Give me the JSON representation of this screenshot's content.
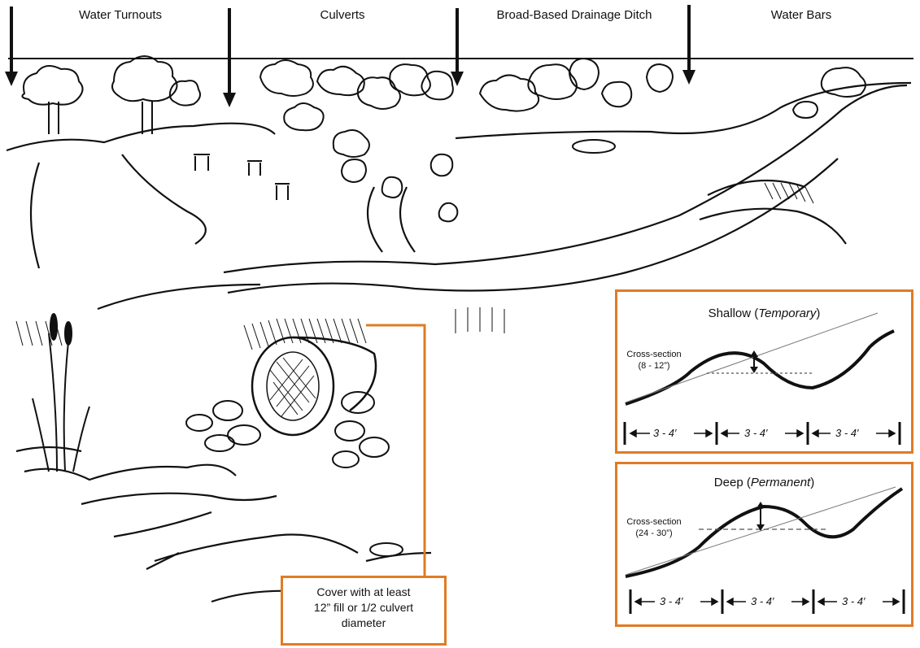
{
  "sections": [
    {
      "label": "Water Turnouts"
    },
    {
      "label": "Culverts"
    },
    {
      "label": "Broad-Based Drainage Ditch"
    },
    {
      "label": "Water Bars"
    }
  ],
  "colors": {
    "accent": "#e07b24",
    "line": "#111111"
  },
  "shallow": {
    "title_main": "Shallow (",
    "title_italic": "Temporary",
    "title_close": ")",
    "cross_label": "Cross-section",
    "cross_range": "(8 - 12”)",
    "spans": [
      "3 - 4′",
      "3 - 4′",
      "3 - 4′"
    ]
  },
  "deep": {
    "title_main": "Deep (",
    "title_italic": "Permanent",
    "title_close": ")",
    "cross_label": "Cross-section",
    "cross_range": "(24 - 30”)",
    "spans": [
      "3 - 4′",
      "3 - 4′",
      "3 - 4′"
    ]
  },
  "culvert_note": {
    "line1": "Cover with at least",
    "line2": "12” fill or 1/2 culvert",
    "line3": "diameter"
  }
}
